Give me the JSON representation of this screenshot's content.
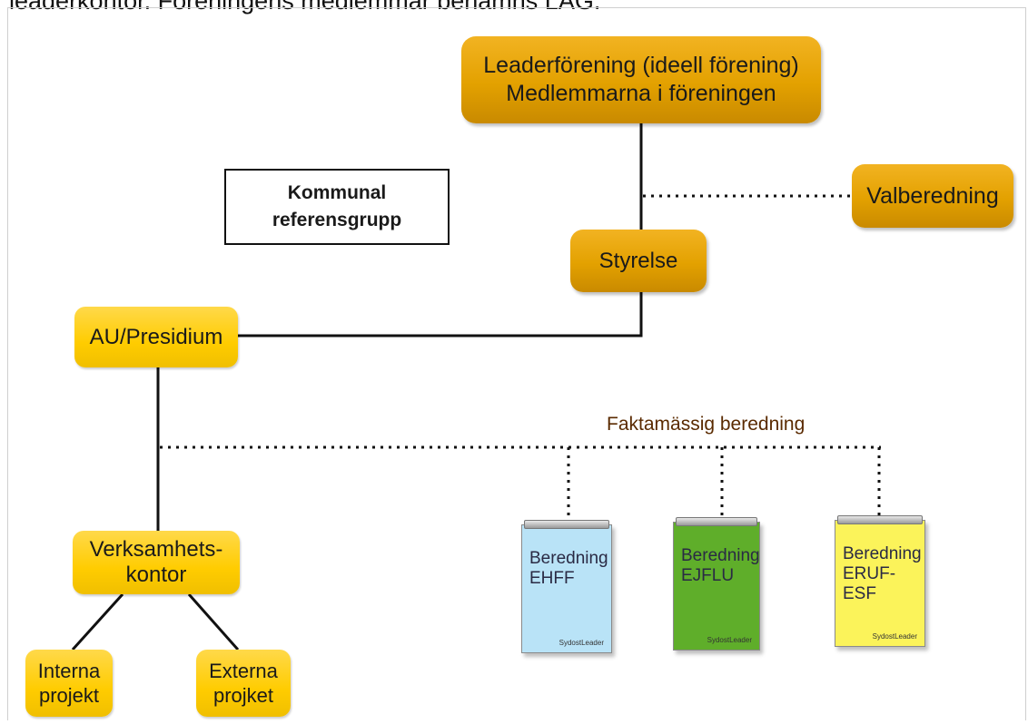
{
  "header_text": "leaderkontor. Föreningens medlemmar benämns LAG.",
  "nodes": {
    "leaderforening": "Leaderförening (ideell förening)\nMedlemmarna i föreningen",
    "valberedning": "Valberedning",
    "kommunal": "Kommunal\nreferensgrupp",
    "styrelse": "Styrelse",
    "au_presidium": "AU/Presidium",
    "verksamhetskontor": "Verksamhets-\nkontor",
    "interna": "Interna\nprojekt",
    "externa": "Externa\nprojket"
  },
  "fakta_label": "Faktamässig beredning",
  "books": [
    {
      "title": "Beredning\nEHFF",
      "brand": "SydostLeader",
      "color": "#b9e3f7"
    },
    {
      "title": "Beredning\nEJFLU",
      "brand": "SydostLeader",
      "color": "#5fae2a"
    },
    {
      "title": "Beredning\nERUF-ESF",
      "brand": "SydostLeader",
      "color": "#fbf35a"
    }
  ]
}
